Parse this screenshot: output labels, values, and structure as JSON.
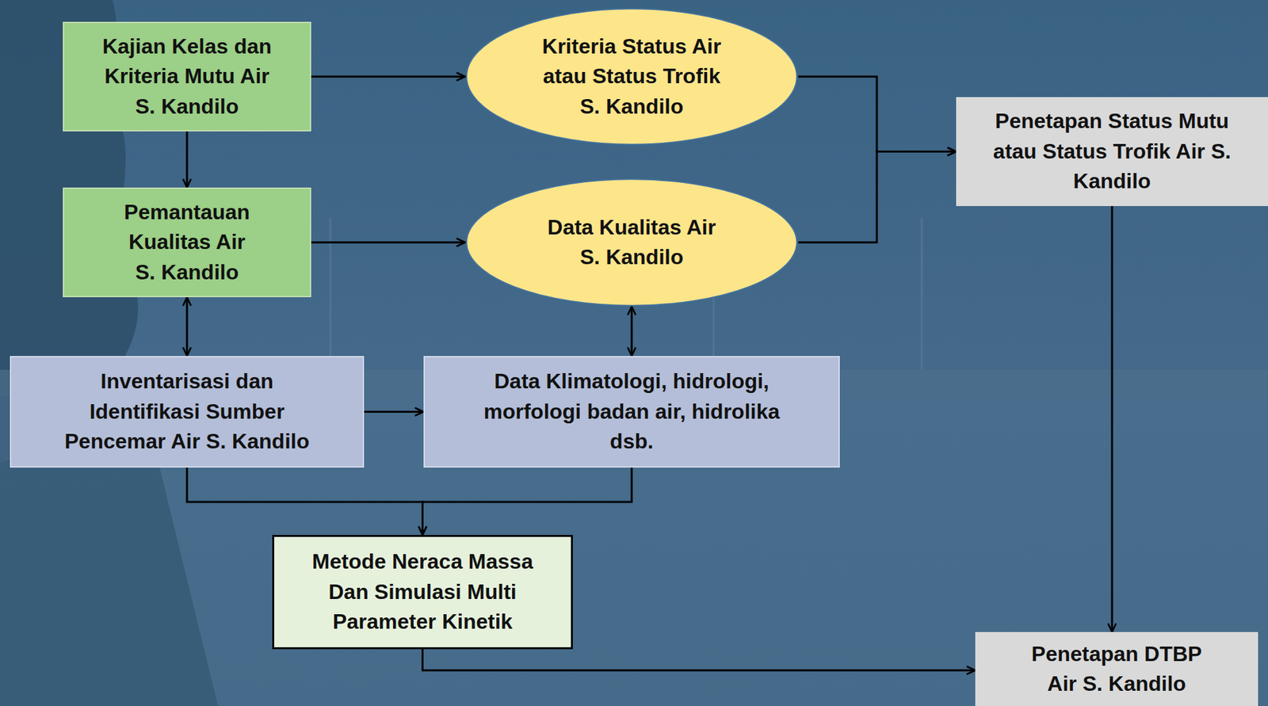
{
  "diagram": {
    "nodes": [
      {
        "text": [
          "Kajian Kelas dan Kriteria Mutu Air S. Kandilo"
        ]
      },
      {
        "text": [
          "Kriteria Status Air atau Status Trofik S. Kandilo"
        ]
      },
      {
        "text": [
          "Penetapan Status Mutu atau Status Trofik Air S. Kandilo"
        ]
      },
      {
        "text": [
          "Pemantauan Kualitas Air S. Kandilo"
        ]
      },
      {
        "text": [
          "Data Kualitas Air S. Kandilo"
        ]
      },
      {
        "text": [
          "Inventarisasi dan Identifikasi Sumber Pencemar Air S. Kandilo"
        ]
      },
      {
        "text": [
          "Data Klimatologi, hidrologi, morfologi badan air, hidrolika dsb."
        ]
      },
      {
        "text": [
          "Metode Neraca Massa Dan Simulasi Multi Parameter Kinetik"
        ]
      },
      {
        "text": [
          "Penetapan DTBP Air S. Kandilo"
        ]
      }
    ],
    "edges": [
      {
        "from": 0,
        "to": 1,
        "arrow": "to"
      },
      {
        "from": 0,
        "to": 3,
        "arrow": "to"
      },
      {
        "from": 1,
        "to": 2,
        "arrow": "to"
      },
      {
        "from": 3,
        "to": 4,
        "arrow": "to"
      },
      {
        "from": 4,
        "to": 2,
        "arrow": "to"
      },
      {
        "from": 3,
        "to": 5,
        "arrow": "both"
      },
      {
        "from": 4,
        "to": 6,
        "arrow": "both"
      },
      {
        "from": 5,
        "to": 6,
        "arrow": "to"
      },
      {
        "from": 5,
        "to": 7,
        "arrow": "to"
      },
      {
        "from": 6,
        "to": 7,
        "arrow": "to"
      },
      {
        "from": 2,
        "to": 8,
        "arrow": "to"
      },
      {
        "from": 7,
        "to": 8,
        "arrow": "to"
      }
    ]
  }
}
